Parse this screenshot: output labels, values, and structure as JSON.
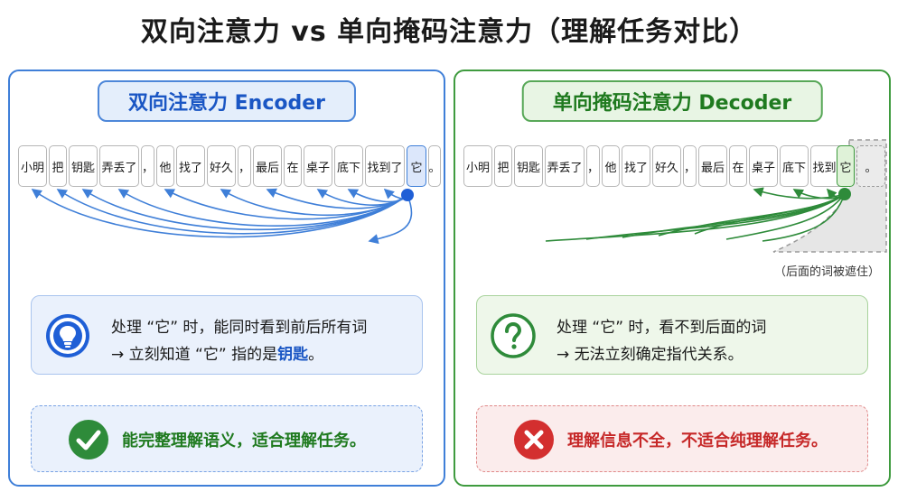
{
  "title": "双向注意力 vs 单向掩码注意力（理解任务对比）",
  "tokens": [
    "小明",
    "把",
    "钥匙",
    "弄丢了",
    "，",
    "他",
    "找了",
    "好久",
    "，",
    "最后",
    "在",
    "桌子",
    "底下",
    "找到了",
    "它",
    "。"
  ],
  "encoder": {
    "title": "双向注意力 Encoder",
    "info_line1": "处理 “它” 时，能同时看到前后所有词",
    "info_line2_prefix": "→ 立刻知道 “它” 指的是",
    "info_line2_highlight": "钥匙",
    "info_line2_suffix": "。",
    "result": "能完整理解语义，适合理解任务。",
    "icon": "lightbulb-icon",
    "result_icon": "check-circle-icon",
    "color": "#3f7fd8"
  },
  "decoder": {
    "title": "单向掩码注意力 Decoder",
    "mask_note": "（后面的词被遮住）",
    "info_line1": "处理 “它” 时，看不到后面的词",
    "info_line2": "→ 无法立刻确定指代关系。",
    "result": "理解信息不全，不适合纯理解任务。",
    "icon": "question-circle-icon",
    "result_icon": "x-circle-icon",
    "color": "#3f9b3f"
  }
}
